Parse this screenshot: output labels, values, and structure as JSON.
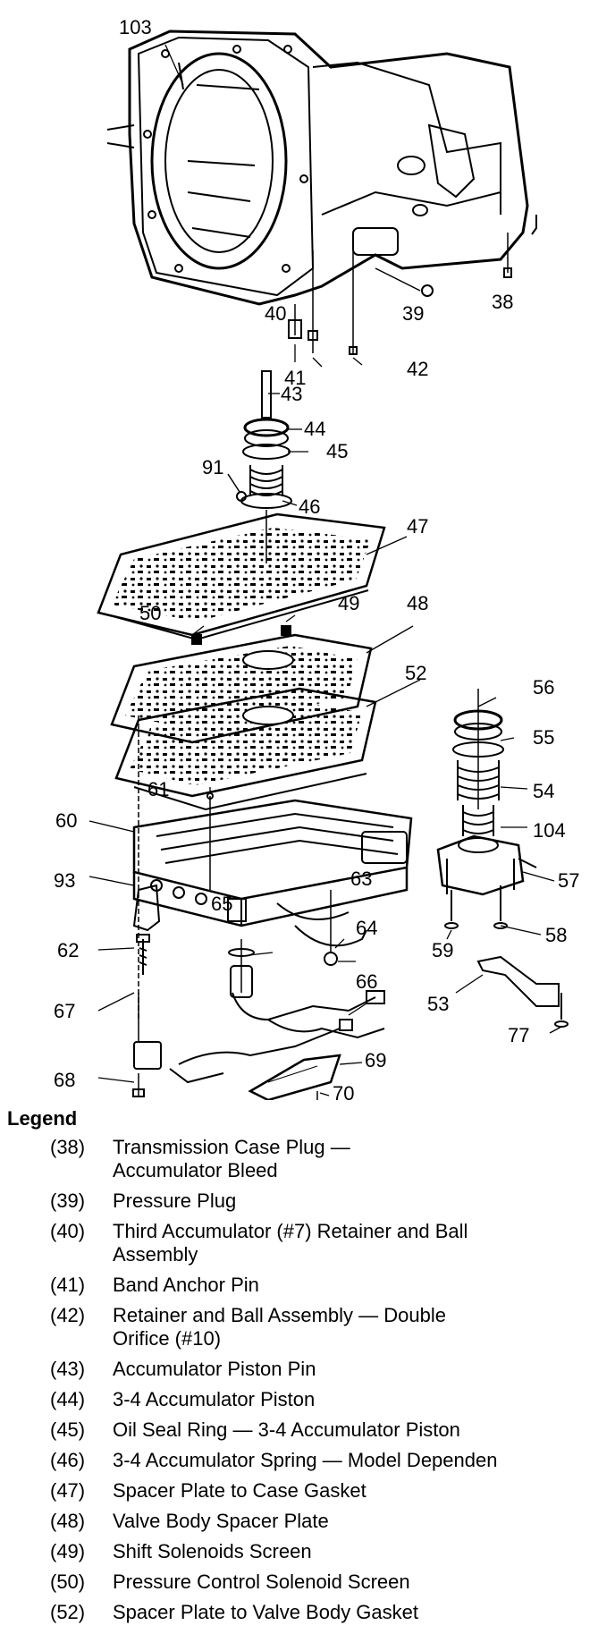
{
  "callouts": {
    "c103": "103",
    "c38": "38",
    "c39": "39",
    "c40": "40",
    "c41": "41",
    "c42": "42",
    "c43": "43",
    "c44": "44",
    "c45": "45",
    "c46": "46",
    "c47": "47",
    "c48": "48",
    "c49": "49",
    "c50": "50",
    "c52": "52",
    "c53": "53",
    "c54": "54",
    "c55": "55",
    "c56": "56",
    "c57": "57",
    "c58": "58",
    "c59": "59",
    "c60": "60",
    "c61": "61",
    "c62": "62",
    "c63": "63",
    "c64": "64",
    "c65": "65",
    "c66": "66",
    "c67": "67",
    "c68": "68",
    "c69": "69",
    "c70": "70",
    "c77": "77",
    "c91": "91",
    "c93": "93",
    "c104": "104"
  },
  "legend": {
    "title": "Legend",
    "items": [
      {
        "num": "(38)",
        "text": "Transmission Case Plug —\nAccumulator Bleed"
      },
      {
        "num": "(39)",
        "text": "Pressure Plug"
      },
      {
        "num": "(40)",
        "text": "Third Accumulator (#7) Retainer and Ball\nAssembly"
      },
      {
        "num": "(41)",
        "text": "Band Anchor Pin"
      },
      {
        "num": "(42)",
        "text": "Retainer and Ball Assembly — Double\nOrifice (#10)"
      },
      {
        "num": "(43)",
        "text": "Accumulator Piston Pin"
      },
      {
        "num": "(44)",
        "text": "3-4 Accumulator Piston"
      },
      {
        "num": "(45)",
        "text": "Oil Seal Ring — 3-4 Accumulator Piston"
      },
      {
        "num": "(46)",
        "text": "3-4 Accumulator Spring — Model Dependen"
      },
      {
        "num": "(47)",
        "text": "Spacer Plate to Case Gasket"
      },
      {
        "num": "(48)",
        "text": "Valve Body Spacer Plate"
      },
      {
        "num": "(49)",
        "text": "Shift Solenoids Screen"
      },
      {
        "num": "(50)",
        "text": "Pressure Control Solenoid Screen"
      },
      {
        "num": "(52)",
        "text": "Spacer Plate to Valve Body Gasket"
      }
    ]
  }
}
